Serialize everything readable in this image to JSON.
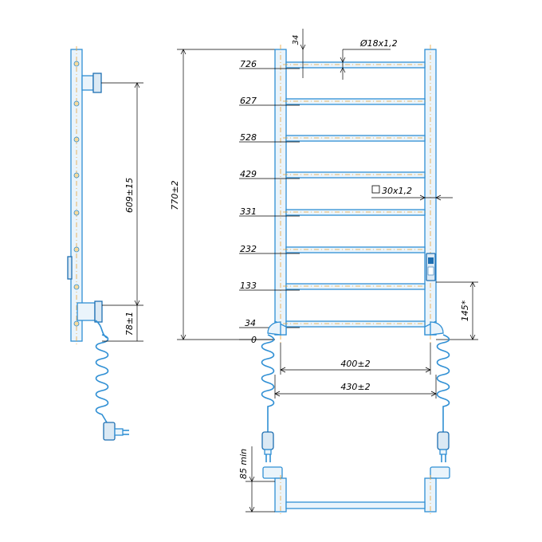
{
  "dimensions": {
    "side_mount_span": "609±15",
    "side_bottom_offset": "78±1",
    "overall_height": "770±2",
    "top_gap": "34",
    "bar_diameter": "Ø18x1,2",
    "upright_section": "30x1,2",
    "controller_height": "145*",
    "inner_width": "400±2",
    "outer_width": "430±2",
    "plug_min": "85 min"
  },
  "rung_levels": [
    "726",
    "627",
    "528",
    "429",
    "331",
    "232",
    "133",
    "34",
    "0"
  ],
  "colors": {
    "outline": "#2f8fd4",
    "centerline": "#e8a23a",
    "dimension": "#000000"
  }
}
